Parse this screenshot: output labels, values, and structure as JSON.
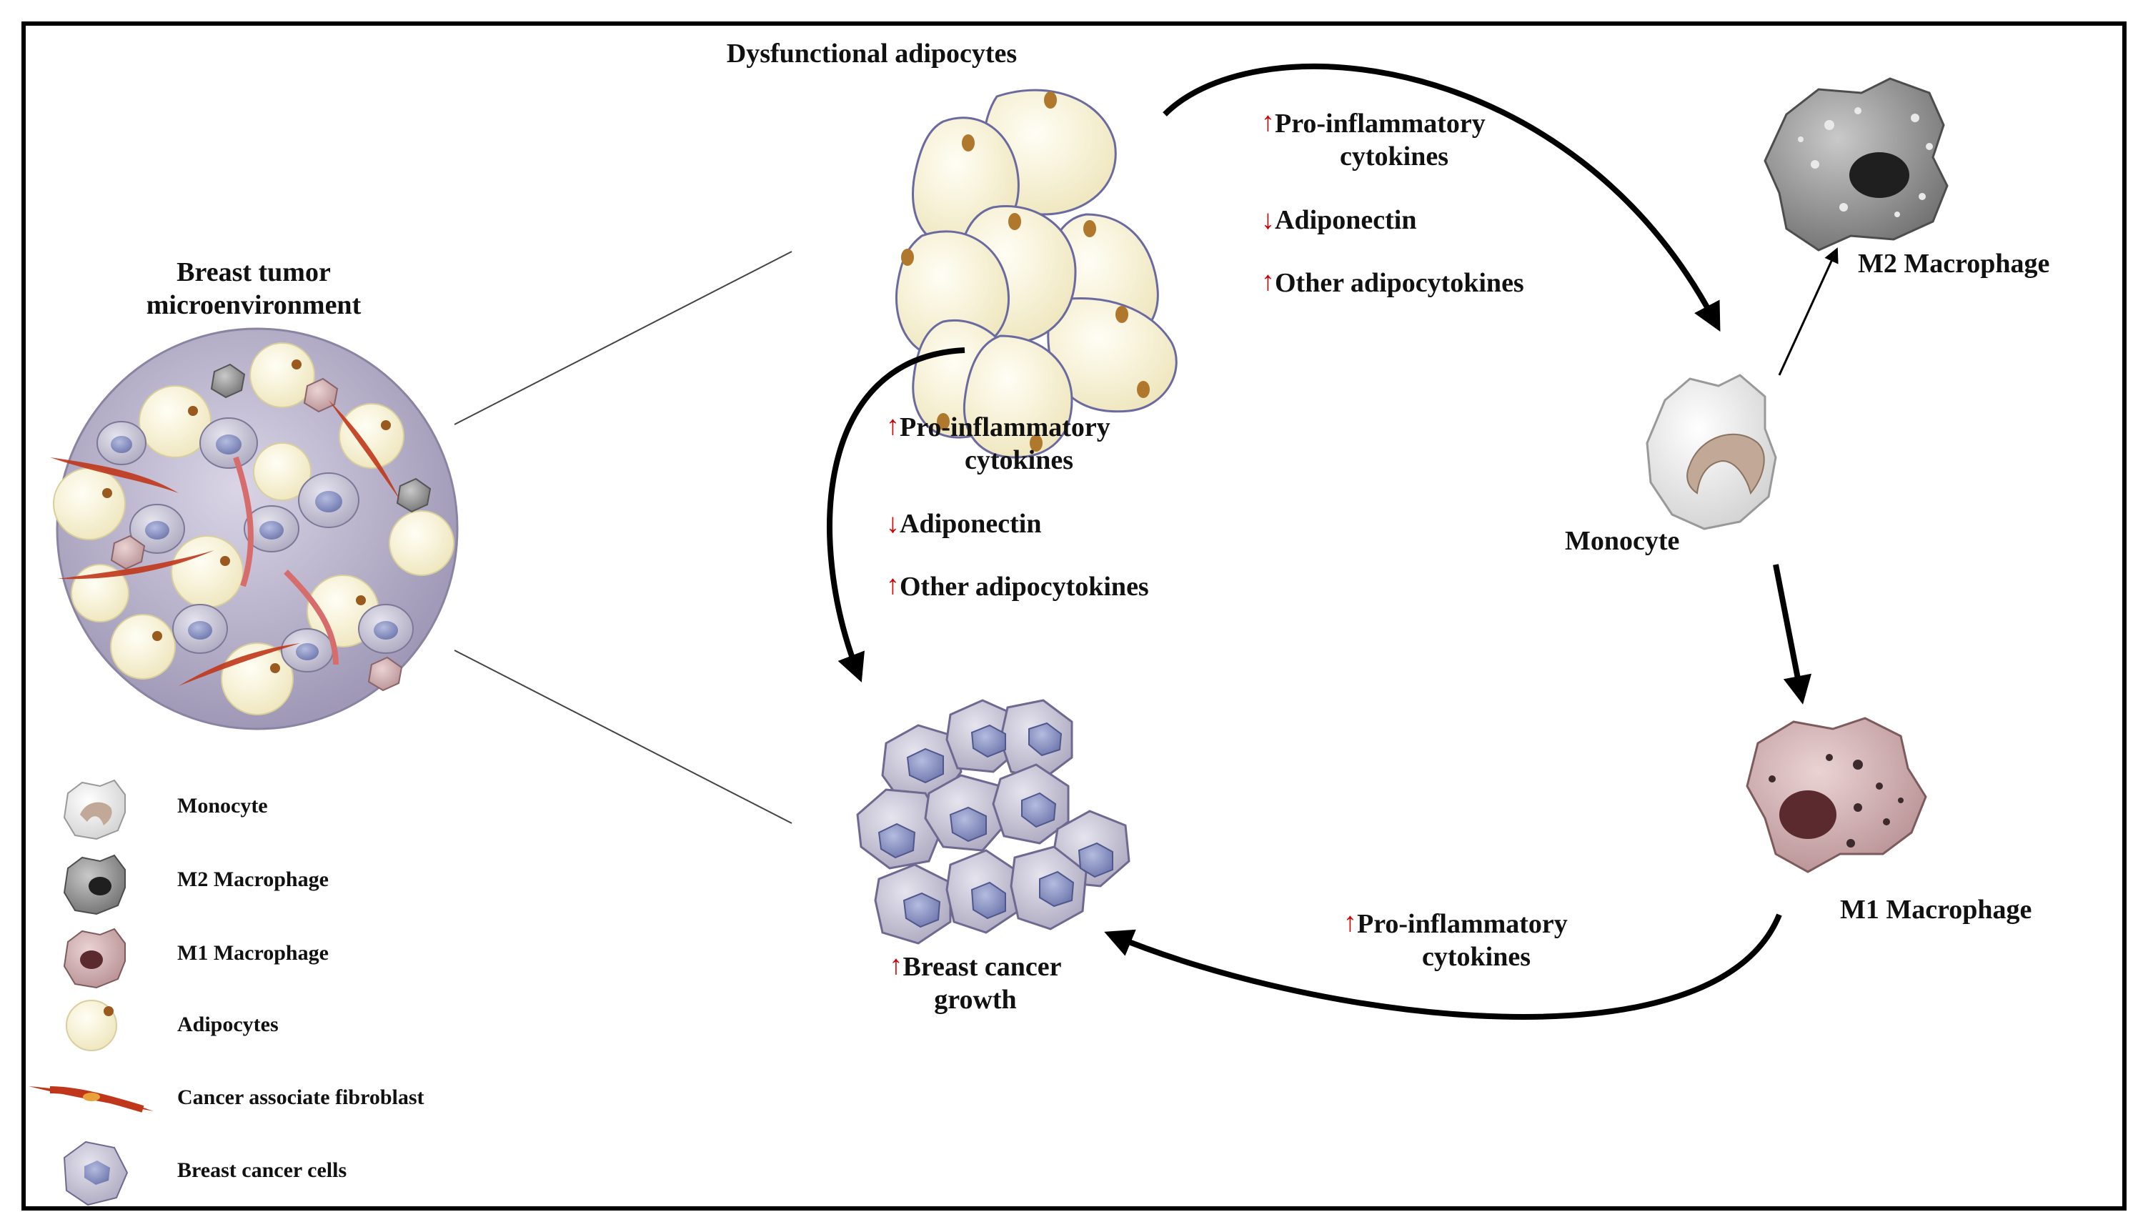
{
  "labels": {
    "dysfunctional_adipocytes": "Dysfunctional adipocytes",
    "breast_tumor_line1": "Breast tumor",
    "breast_tumor_line2": "microenvironment",
    "m2_macrophage": "M2 Macrophage",
    "monocyte": "Monocyte",
    "m1_macrophage": "M1 Macrophage",
    "breast_cancer_line1": "Breast cancer",
    "breast_cancer_line2": "growth"
  },
  "effects_top": {
    "pro_line1": "Pro-inflammatory",
    "pro_line2": "cytokines",
    "adiponectin": "Adiponectin",
    "other": "Other adipocytokines"
  },
  "effects_left": {
    "pro_line1": "Pro-inflammatory",
    "pro_line2": "cytokines",
    "adiponectin": "Adiponectin",
    "other": "Other adipocytokines"
  },
  "effects_bottom": {
    "pro_line1": "Pro-inflammatory",
    "pro_line2": "cytokines"
  },
  "legend": [
    {
      "label": "Monocyte"
    },
    {
      "label": "M2 Macrophage"
    },
    {
      "label": "M1 Macrophage"
    },
    {
      "label": "Adipocytes"
    },
    {
      "label": "Cancer associate fibroblast"
    },
    {
      "label": "Breast cancer cells"
    }
  ],
  "arrow_up": "↑",
  "arrow_down": "↓",
  "colors": {
    "adipocyte": "#f8f2d2",
    "adipocyte_edge": "#6a6aa0",
    "cancer_cell": "#c7c4d6",
    "cancer_nucleus": "#8e96c6",
    "m2": "#9a9a9a",
    "m1": "#d3b4b6",
    "monocyte": "#ececec",
    "fibroblast": "#c0361a",
    "increase_arrow": "#d10000"
  }
}
